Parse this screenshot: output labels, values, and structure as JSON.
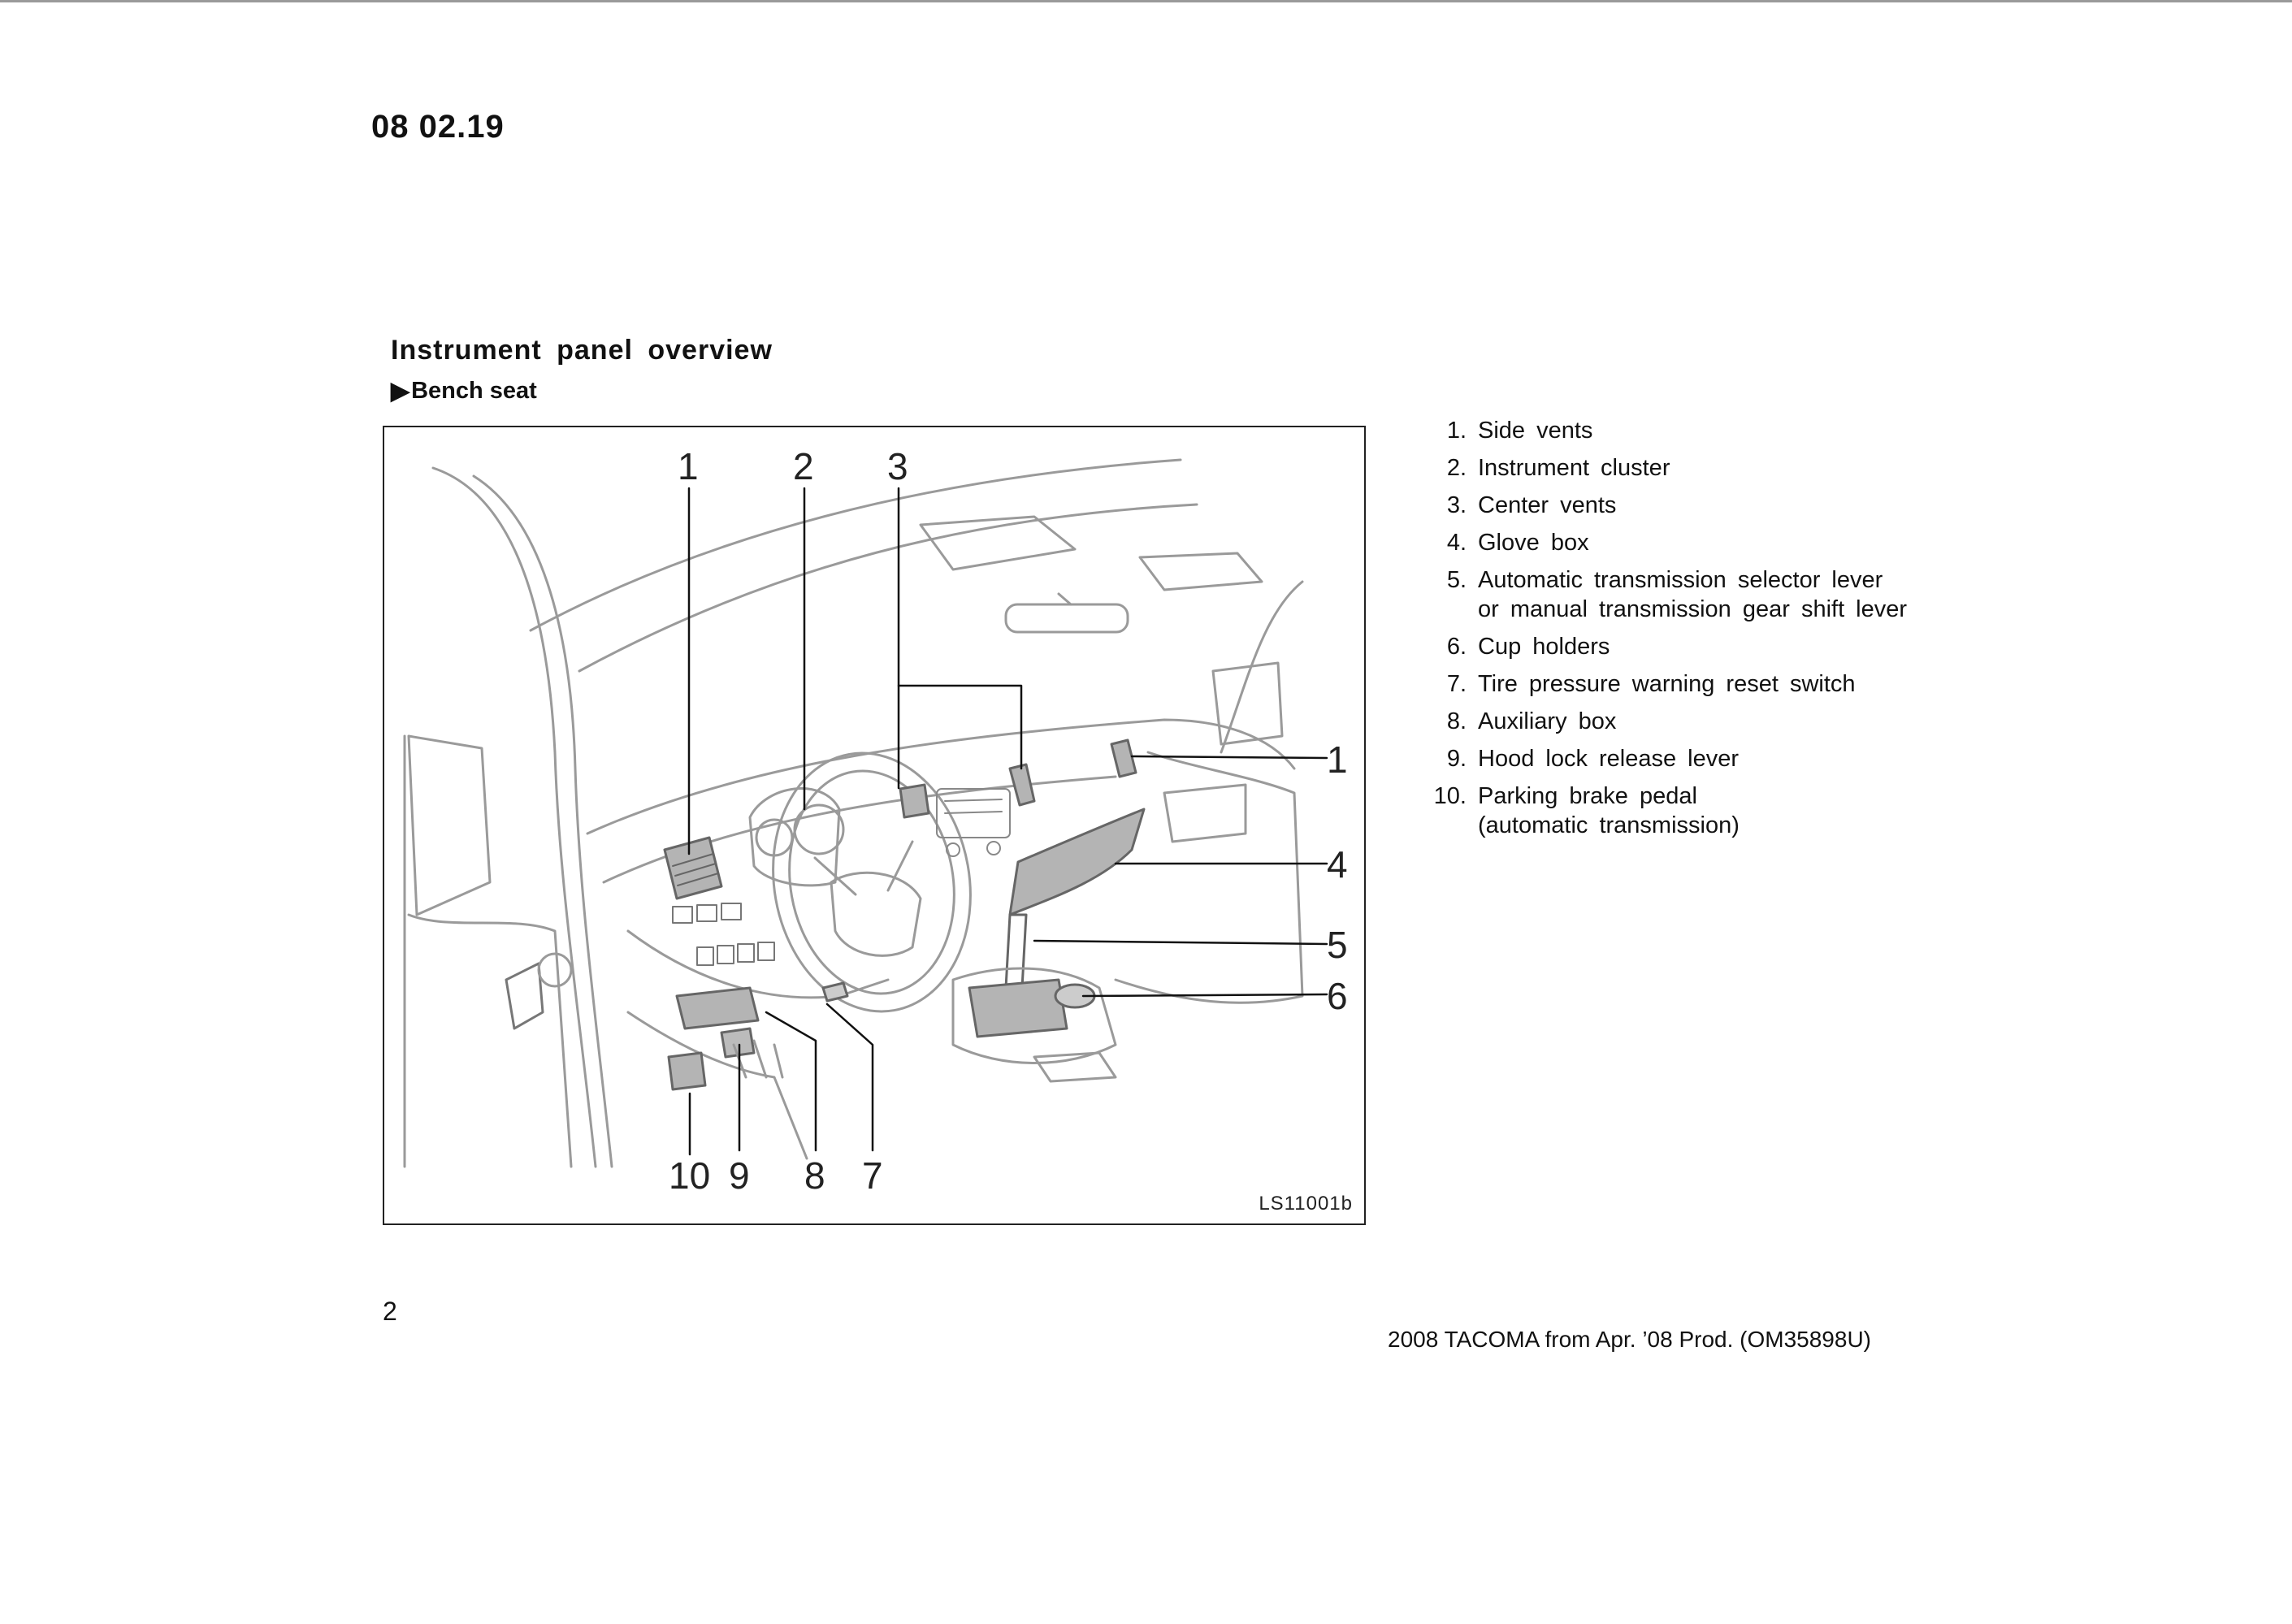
{
  "header": {
    "date_code": "08 02.19"
  },
  "section": {
    "title": "Instrument panel overview",
    "subsection_marker": "▶",
    "subsection": "Bench seat"
  },
  "figure": {
    "code": "LS11001b",
    "callouts": {
      "c1_top": "1",
      "c2": "2",
      "c3": "3",
      "c1_right": "1",
      "c4": "4",
      "c5": "5",
      "c6": "6",
      "c10": "10",
      "c9": "9",
      "c8": "8",
      "c7": "7"
    }
  },
  "legend": [
    {
      "num": "1.",
      "text": "Side  vents"
    },
    {
      "num": "2.",
      "text": "Instrument  cluster"
    },
    {
      "num": "3.",
      "text": "Center  vents"
    },
    {
      "num": "4.",
      "text": "Glove  box"
    },
    {
      "num": "5.",
      "text": "Automatic  transmission  selector  lever",
      "text2": "or  manual  transmission  gear  shift  lever"
    },
    {
      "num": "6.",
      "text": "Cup  holders"
    },
    {
      "num": "7.",
      "text": "Tire  pressure  warning  reset  switch"
    },
    {
      "num": "8.",
      "text": "Auxiliary  box"
    },
    {
      "num": "9.",
      "text": "Hood  lock  release  lever"
    },
    {
      "num": "10.",
      "text": "Parking  brake  pedal",
      "text2": "(automatic  transmission)"
    }
  ],
  "page_number": "2",
  "footer": "2008 TACOMA from Apr. ’08 Prod. (OM35898U)"
}
